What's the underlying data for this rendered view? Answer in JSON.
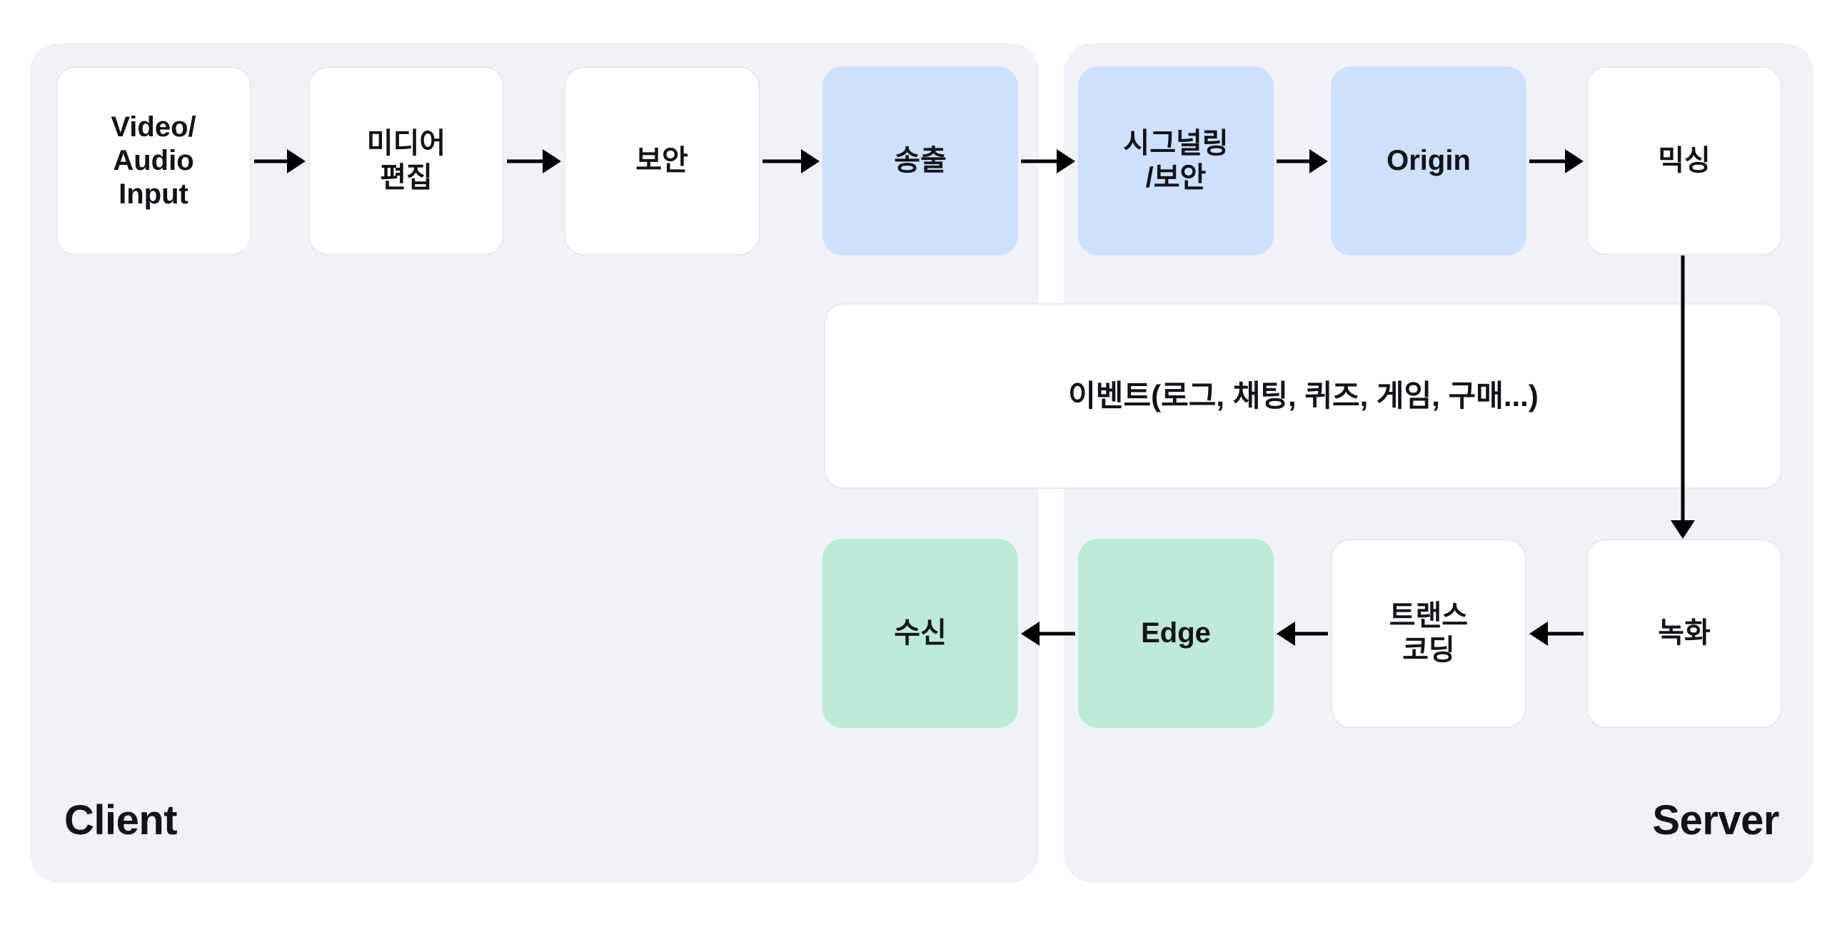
{
  "diagram": {
    "title": "Live streaming pipeline Client / Server architecture",
    "colors": {
      "zone_background": "#f1f2f7",
      "node_white": "#ffffff",
      "node_white_border": "#e9e9ec",
      "node_blue": "#cfe0fd",
      "node_green": "#bde9d8",
      "arrow": "#000000",
      "text": "#111318",
      "page_background": "#ffffff"
    },
    "zones": [
      {
        "id": "client",
        "label": "Client"
      },
      {
        "id": "server",
        "label": "Server"
      }
    ],
    "nodes": [
      {
        "id": "video-audio-input",
        "label": "Video/\nAudio\nInput",
        "zone": "client",
        "style": "white",
        "row": "top"
      },
      {
        "id": "media-edit",
        "label": "미디어\n편집",
        "zone": "client",
        "style": "white",
        "row": "top"
      },
      {
        "id": "security",
        "label": "보안",
        "zone": "client",
        "style": "white",
        "row": "top"
      },
      {
        "id": "broadcast",
        "label": "송출",
        "zone": "client",
        "style": "blue",
        "row": "top"
      },
      {
        "id": "signaling-security",
        "label": "시그널링\n/보안",
        "zone": "server",
        "style": "blue",
        "row": "top"
      },
      {
        "id": "origin",
        "label": "Origin",
        "zone": "server",
        "style": "blue",
        "row": "top"
      },
      {
        "id": "mixing",
        "label": "믹싱",
        "zone": "server",
        "style": "white",
        "row": "top"
      },
      {
        "id": "event",
        "label": "이벤트(로그, 채팅, 퀴즈, 게임, 구매...)",
        "zone": "both",
        "style": "white",
        "row": "middle"
      },
      {
        "id": "receive",
        "label": "수신",
        "zone": "client",
        "style": "green",
        "row": "bottom"
      },
      {
        "id": "edge",
        "label": "Edge",
        "zone": "server",
        "style": "green",
        "row": "bottom"
      },
      {
        "id": "transcoding",
        "label": "트랜스\n코딩",
        "zone": "server",
        "style": "white",
        "row": "bottom"
      },
      {
        "id": "recording",
        "label": "녹화",
        "zone": "server",
        "style": "white",
        "row": "bottom"
      }
    ],
    "edges": [
      {
        "from": "video-audio-input",
        "to": "media-edit",
        "direction": "right"
      },
      {
        "from": "media-edit",
        "to": "security",
        "direction": "right"
      },
      {
        "from": "security",
        "to": "broadcast",
        "direction": "right"
      },
      {
        "from": "broadcast",
        "to": "signaling-security",
        "direction": "right"
      },
      {
        "from": "signaling-security",
        "to": "origin",
        "direction": "right"
      },
      {
        "from": "origin",
        "to": "mixing",
        "direction": "right"
      },
      {
        "from": "mixing",
        "to": "recording",
        "direction": "down"
      },
      {
        "from": "recording",
        "to": "transcoding",
        "direction": "left"
      },
      {
        "from": "transcoding",
        "to": "edge",
        "direction": "left"
      },
      {
        "from": "edge",
        "to": "receive",
        "direction": "left"
      }
    ]
  }
}
